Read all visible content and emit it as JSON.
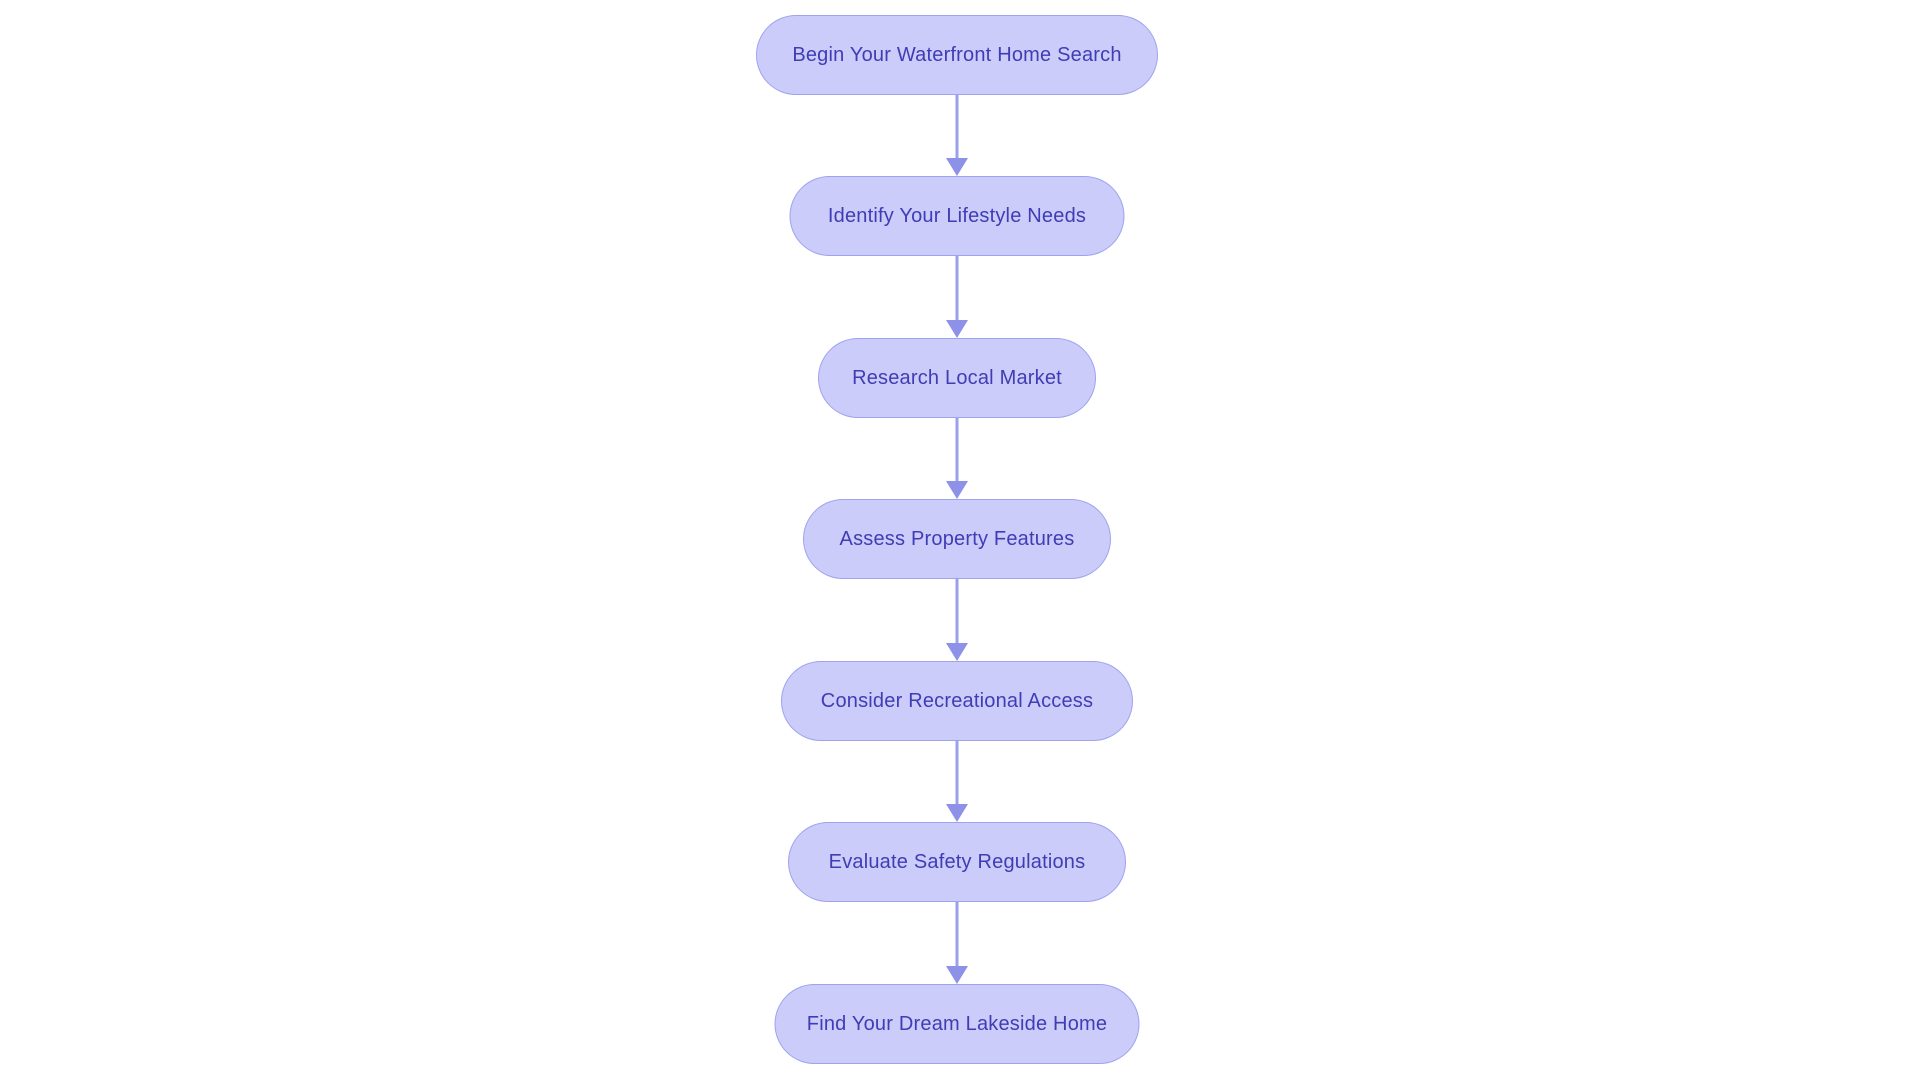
{
  "diagram": {
    "type": "flowchart",
    "direction": "top-down",
    "nodes": [
      {
        "id": 1,
        "label": "Begin Your Waterfront Home Search"
      },
      {
        "id": 2,
        "label": "Identify Your Lifestyle Needs"
      },
      {
        "id": 3,
        "label": "Research Local Market"
      },
      {
        "id": 4,
        "label": "Assess Property Features"
      },
      {
        "id": 5,
        "label": "Consider Recreational Access"
      },
      {
        "id": 6,
        "label": "Evaluate Safety Regulations"
      },
      {
        "id": 7,
        "label": "Find Your Dream Lakeside Home"
      }
    ],
    "edges": [
      {
        "from": 1,
        "to": 2
      },
      {
        "from": 2,
        "to": 3
      },
      {
        "from": 3,
        "to": 4
      },
      {
        "from": 4,
        "to": 5
      },
      {
        "from": 5,
        "to": 6
      },
      {
        "from": 6,
        "to": 7
      }
    ],
    "colors": {
      "background": "#ffffff",
      "node_fill": "#cbccf9",
      "node_border": "#9ea3ef",
      "node_text": "#3f3db5",
      "arrow_line": "#9aa0ec",
      "arrow_head": "#8d92e8"
    }
  }
}
